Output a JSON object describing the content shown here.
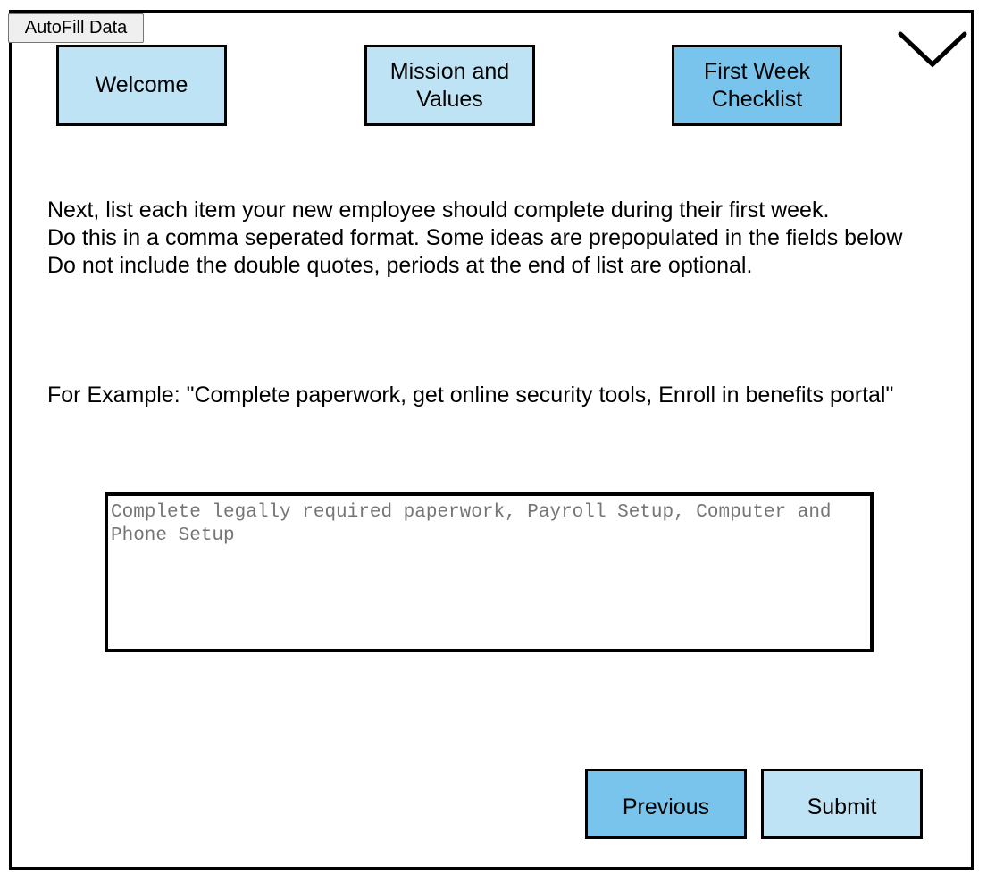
{
  "autofill": {
    "label": "AutoFill Data"
  },
  "tabs": [
    {
      "label": "Welcome",
      "active": false
    },
    {
      "label": "Mission and Values",
      "active": false
    },
    {
      "label": "First Week Checklist",
      "active": true
    }
  ],
  "menu": {
    "icon": "chevron-down-icon"
  },
  "instructions": {
    "lines": [
      "Next, list each item your new employee should complete during their first week.",
      "Do this in a comma seperated format. Some ideas are prepopulated in the fields below",
      "Do not include the double quotes, periods at the end of list are optional."
    ]
  },
  "example": {
    "text": "For Example: \"Complete paperwork, get online security tools, Enroll in benefits portal\""
  },
  "checklist_field": {
    "value": "",
    "placeholder": "Complete legally required paperwork, Payroll Setup, Computer and Phone Setup"
  },
  "buttons": {
    "previous_label": "Previous",
    "submit_label": "Submit"
  },
  "colors": {
    "tab_light": "#bee3f5",
    "tab_active": "#79c4ec",
    "border": "#000000"
  }
}
